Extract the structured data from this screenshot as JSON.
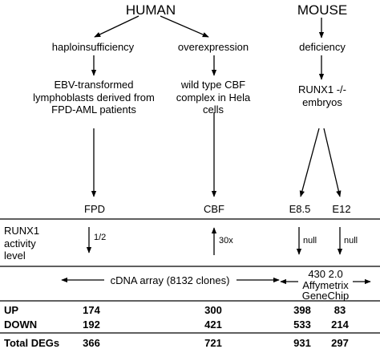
{
  "header": {
    "human": "HUMAN",
    "mouse": "MOUSE"
  },
  "branches": {
    "haplo": "haploinsufficiency",
    "over": "overexpression",
    "defic": "deficiency"
  },
  "sources": {
    "ebv": "EBV-transformed lymphoblasts derived from FPD-AML patients",
    "cbf": "wild type CBF complex in Hela cells",
    "runx1": "RUNX1 -/- embryos"
  },
  "conditions": [
    "FPD",
    "CBF",
    "E8.5",
    "E12"
  ],
  "activity": {
    "label": "RUNX1 activity level",
    "values": [
      "1/2",
      "30x",
      "null",
      "null"
    ]
  },
  "platforms": {
    "cdna": "cDNA array (8132 clones)",
    "affy": "430 2.0 Affymetrix GeneChip"
  },
  "table": {
    "rows": [
      {
        "label": "UP",
        "values": [
          "174",
          "300",
          "398",
          "83"
        ]
      },
      {
        "label": "DOWN",
        "values": [
          "192",
          "421",
          "533",
          "214"
        ]
      },
      {
        "label": "Total DEGs",
        "values": [
          "366",
          "721",
          "931",
          "297"
        ]
      }
    ]
  }
}
